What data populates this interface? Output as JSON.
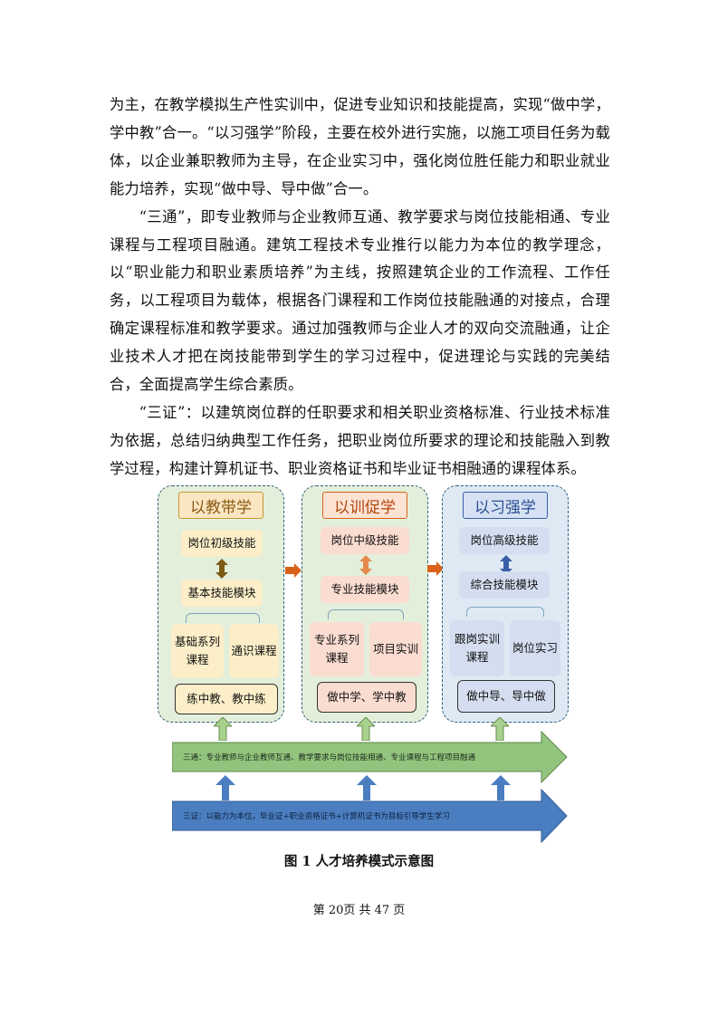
{
  "paragraphs": [
    "为主，在教学模拟生产性实训中，促进专业知识和技能提高，实现“做中学，学中教”合一。“以习强学”阶段，主要在校外进行实施，以施工项目任务为载体，以企业兼职教师为主导，在企业实习中，强化岗位胜任能力和职业就业能力培养，实现“做中导、导中做”合一。",
    "“三通”，即专业教师与企业教师互通、教学要求与岗位技能相通、专业课程与工程项目融通。建筑工程技术专业推行以能力为本位的教学理念，以“职业能力和职业素质培养”为主线，按照建筑企业的工作流程、工作任务，以工程项目为载体，根据各门课程和工作岗位技能融通的对接点，合理确定课程标准和教学要求。通过加强教师与企业人才的双向交流融通，让企业技术人才把在岗技能带到学生的学习过程中，促进理论与实践的完美结合，全面提高学生综合素质。",
    "“三证”：以建筑岗位群的任职要求和相关职业资格标准、行业技术标准为依据，总结归纳典型工作任务，把职业岗位所要求的理论和技能融入到教学过程，构建计算机证书、职业资格证书和毕业证书相融通的课程体系。"
  ],
  "diagram": {
    "columns": [
      {
        "title": "以教带学",
        "top_box": "岗位初级技能",
        "module": "基本技能模块",
        "left_box": "基础系列课程",
        "right_box": "通识课程",
        "bottom": "练中教、教中练"
      },
      {
        "title": "以训促学",
        "top_box": "岗位中级技能",
        "module": "专业技能模块",
        "left_box": "专业系列课程",
        "right_box": "项目实训",
        "bottom": "做中学、学中教"
      },
      {
        "title": "以习强学",
        "top_box": "岗位高级技能",
        "module": "综合技能模块",
        "left_box": "跟岗实训课程",
        "right_box": "岗位实习",
        "bottom": "做中导、导中做"
      }
    ],
    "band_green": "三通：专业教师与企业教师互通、教学要求与岗位技能相通、专业课程与工程项目融通",
    "band_blue": "三证：以能力为本位，毕业证+职业资格证书+计算机证书为目标引导学生学习",
    "colors": {
      "green_band": "#93c47d",
      "blue_band": "#4a7ec0",
      "orange_arrow": "#d9621a",
      "col1_title_border": "#c39a2e",
      "col2_title_border": "#d9621a",
      "col3_title_border": "#3a5fa8"
    }
  },
  "caption": "图 1  人才培养模式示意图",
  "footer": "第 20页  共 47 页"
}
